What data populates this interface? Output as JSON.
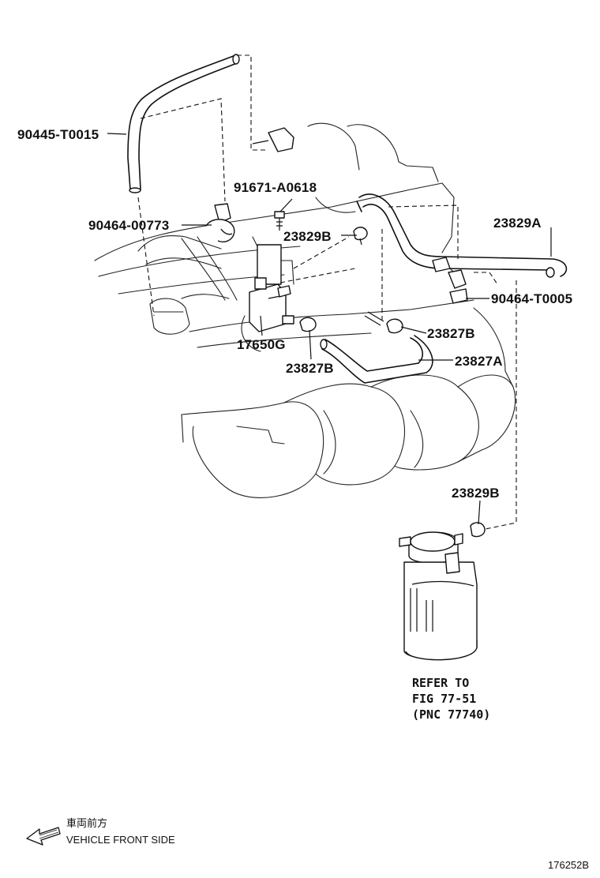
{
  "labels": {
    "hose_90445": "90445-T0015",
    "bolt_91671": "91671-A0618",
    "clamp_90464_00773": "90464-00773",
    "hose_23829b_upper": "23829B",
    "hose_23829a": "23829A",
    "clamp_90464_t0005": "90464-T0005",
    "vsv_17650g": "17650G",
    "clip_23827b_right": "23827B",
    "hose_23827a": "23827A",
    "clip_23827b_left": "23827B",
    "hose_23829b_lower": "23829B"
  },
  "reference": {
    "line1": "REFER TO",
    "line2": "FIG 77-51",
    "line3": "(PNC 77740)"
  },
  "direction": {
    "japanese": "車両前方",
    "english": "VEHICLE FRONT SIDE"
  },
  "figure_id": "176252B"
}
